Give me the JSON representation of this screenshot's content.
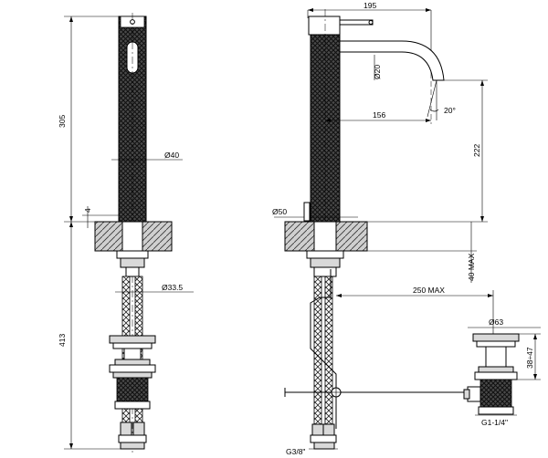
{
  "drawing": {
    "front_view": {
      "height_upper": "305",
      "base_thickness": "4",
      "body_diameter": "Ø40",
      "shank_diameter": "Ø33.5",
      "height_lower": "413"
    },
    "side_view": {
      "overall_width": "195",
      "spout_diameter": "Ø20",
      "spout_reach": "156",
      "spout_angle": "20°",
      "spout_height": "222",
      "base_diameter": "Ø50",
      "deck_max": "40 MAX",
      "waste_distance": "250 MAX",
      "inlet_thread": "G3/8\""
    },
    "waste_view": {
      "plug_diameter": "Ø63",
      "plug_height": "38÷47",
      "waste_thread": "G1-1/4\""
    }
  }
}
